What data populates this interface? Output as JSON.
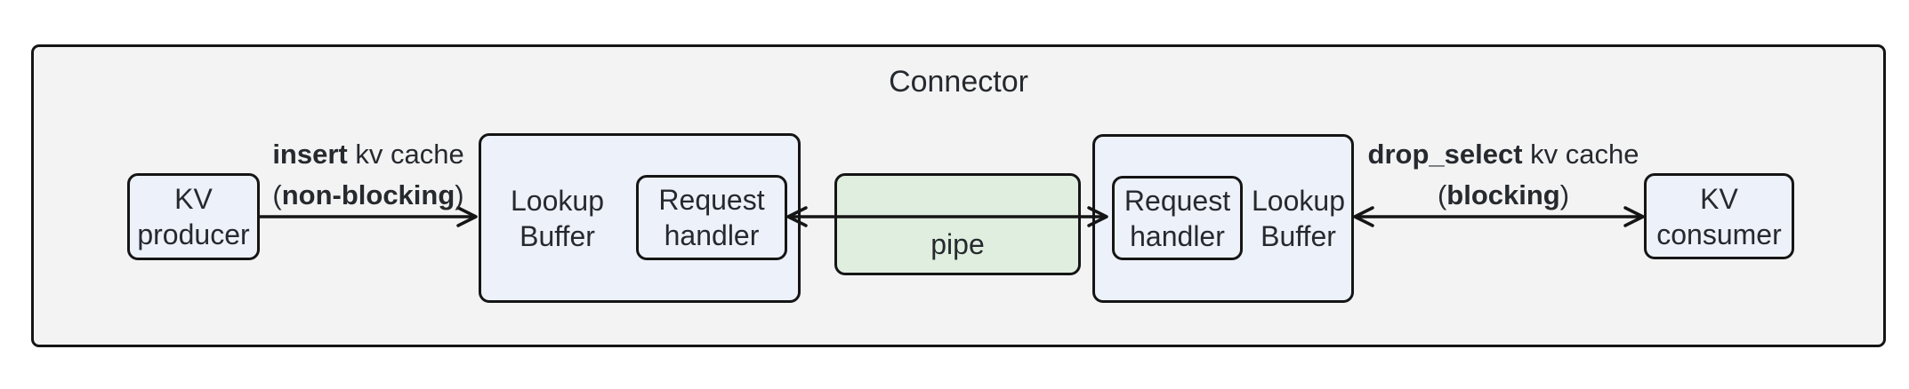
{
  "diagram": {
    "title": "Connector",
    "nodes": {
      "kv_producer": {
        "line1": "KV",
        "line2": "producer"
      },
      "lookup_buffer_left": {
        "line1": "Lookup",
        "line2": "Buffer"
      },
      "request_handler_left": {
        "line1": "Request",
        "line2": "handler"
      },
      "pipe": {
        "label": "pipe"
      },
      "request_handler_right": {
        "line1": "Request",
        "line2": "handler"
      },
      "lookup_buffer_right": {
        "line1": "Lookup",
        "line2": "Buffer"
      },
      "kv_consumer": {
        "line1": "KV",
        "line2": "consumer"
      }
    },
    "edges": {
      "insert": {
        "op": "insert",
        "rest": " kv cache",
        "open_paren": "(",
        "mode": "non-blocking",
        "close_paren": ")",
        "direction": "right"
      },
      "handler_pipe_link": {
        "direction": "both"
      },
      "drop_select": {
        "op": "drop_select",
        "rest": " kv cache",
        "open_paren": "(",
        "mode": "blocking",
        "close_paren": ")",
        "direction": "both"
      }
    },
    "colors": {
      "background": "#ffffff",
      "container_fill": "#f3f3f3",
      "node_fill": "#edf1fa",
      "pipe_fill": "#dfeede",
      "border": "#151515",
      "text": "#26292e"
    }
  }
}
